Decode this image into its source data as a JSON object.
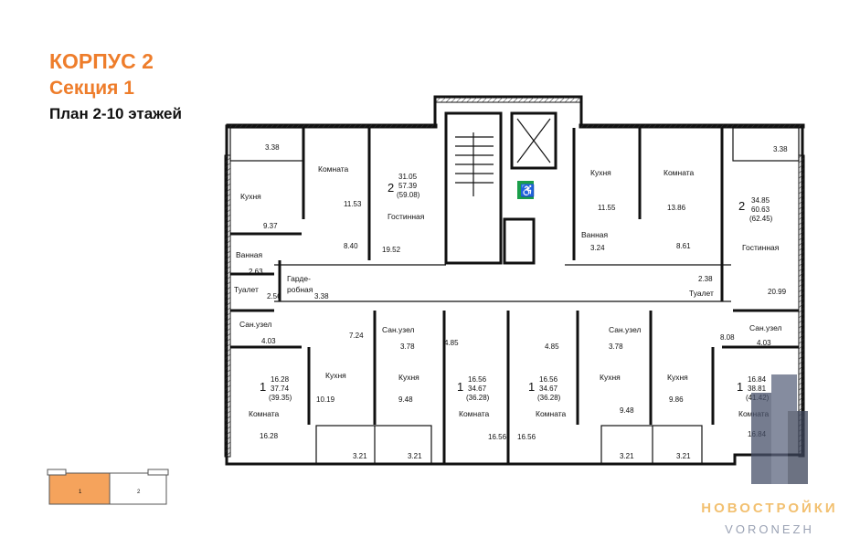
{
  "header": {
    "title": "КОРПУС 2",
    "section": "Секция 1",
    "plan": "План 2-10 этажей"
  },
  "mini_map": {
    "section1": "1",
    "section2": "2"
  },
  "apartments": [
    {
      "rooms": "2",
      "living": "31.05",
      "total": "57.39",
      "total_alt": "(59.08)"
    },
    {
      "rooms": "2",
      "living": "34.85",
      "total": "60.63",
      "total_alt": "(62.45)"
    },
    {
      "rooms": "1",
      "living": "16.28",
      "total": "37.74",
      "total_alt": "(39.35)"
    },
    {
      "rooms": "1",
      "living": "16.56",
      "total": "34.67",
      "total_alt": "(36.28)"
    },
    {
      "rooms": "1",
      "living": "16.56",
      "total": "34.67",
      "total_alt": "(36.28)"
    },
    {
      "rooms": "1",
      "living": "16.84",
      "total": "38.81",
      "total_alt": "(41.42)"
    }
  ],
  "labels": {
    "komnata": "Комната",
    "kuhnya": "Кухня",
    "gostinnaya": "Гостинная",
    "vannaya": "Ванная",
    "tualet": "Туалет",
    "garderobnaya_1": "Гарде-",
    "garderobnaya_2": "робная",
    "sanuzel": "Сан.узел"
  },
  "areas": {
    "a1": "3.38",
    "a2": "11.53",
    "a3": "9.37",
    "a4": "8.40",
    "a5": "19.52",
    "a6": "2.63",
    "a7": "2.56",
    "a8": "3.38",
    "a9": "11.55",
    "a10": "13.86",
    "a11": "3.24",
    "a12": "8.61",
    "a13": "3.38",
    "a14": "2.38",
    "a15": "20.99",
    "a16": "4.03",
    "a17": "7.24",
    "a18": "3.78",
    "a19": "4.85",
    "a20": "10.19",
    "a21": "9.48",
    "a22": "16.28",
    "a23": "16.56",
    "a24": "16.56",
    "a25": "4.85",
    "a26": "3.78",
    "a27": "9.48",
    "a28": "8.08",
    "a29": "4.03",
    "a30": "9.86",
    "a31": "16.84",
    "a32": "3.21",
    "a33": "3.21",
    "a34": "3.21",
    "a35": "3.21"
  },
  "watermark": {
    "brand": "НОВОСТРОЙКИ",
    "city": "VORONEZH"
  },
  "colors": {
    "accent": "#ee7d2b",
    "wheelchair": "#1a9e4a",
    "minimap_fill": "#f5a35c"
  }
}
